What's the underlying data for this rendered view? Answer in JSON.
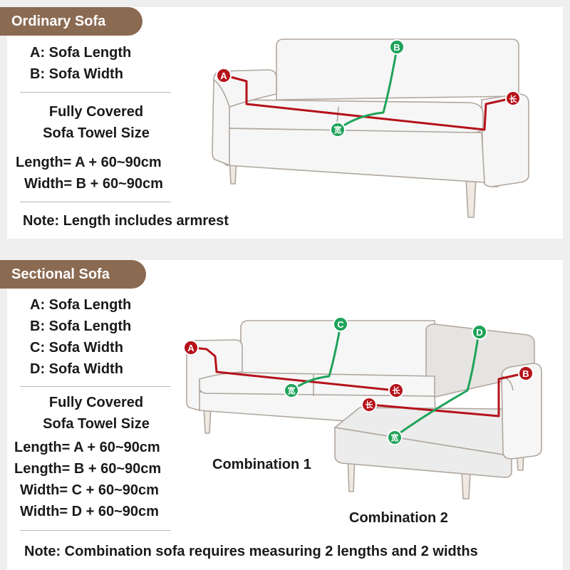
{
  "ordinary": {
    "tag": "Ordinary Sofa",
    "legend": [
      "A: Sofa Length",
      "B: Sofa Width"
    ],
    "heading": [
      "Fully Covered",
      "Sofa Towel Size"
    ],
    "formulas": [
      "Length= A + 60~90cm",
      "Width= B + 60~90cm"
    ],
    "note": "Note: Length includes armrest",
    "markers": {
      "a": "A",
      "b": "B",
      "length_cn": "长",
      "width_cn": "宽"
    }
  },
  "sectional": {
    "tag": "Sectional Sofa",
    "legend": [
      "A: Sofa Length",
      "B: Sofa Length",
      "C: Sofa Width",
      "D: Sofa Width"
    ],
    "heading": [
      "Fully Covered",
      "Sofa Towel Size"
    ],
    "formulas": [
      "Length= A + 60~90cm",
      "Length= B + 60~90cm",
      "Width= C + 60~90cm",
      "Width= D + 60~90cm"
    ],
    "combination1": "Combination 1",
    "combination2": "Combination 2",
    "note": "Note: Combination sofa requires measuring 2 lengths and 2 widths",
    "markers": {
      "a": "A",
      "b": "B",
      "c": "C",
      "d": "D",
      "length_cn": "长",
      "width_cn": "宽"
    }
  },
  "colors": {
    "length_line": "#b5121b",
    "width_line": "#1fa35a",
    "tag_bg": "#8b6a52",
    "outline": "#b0a79e"
  }
}
